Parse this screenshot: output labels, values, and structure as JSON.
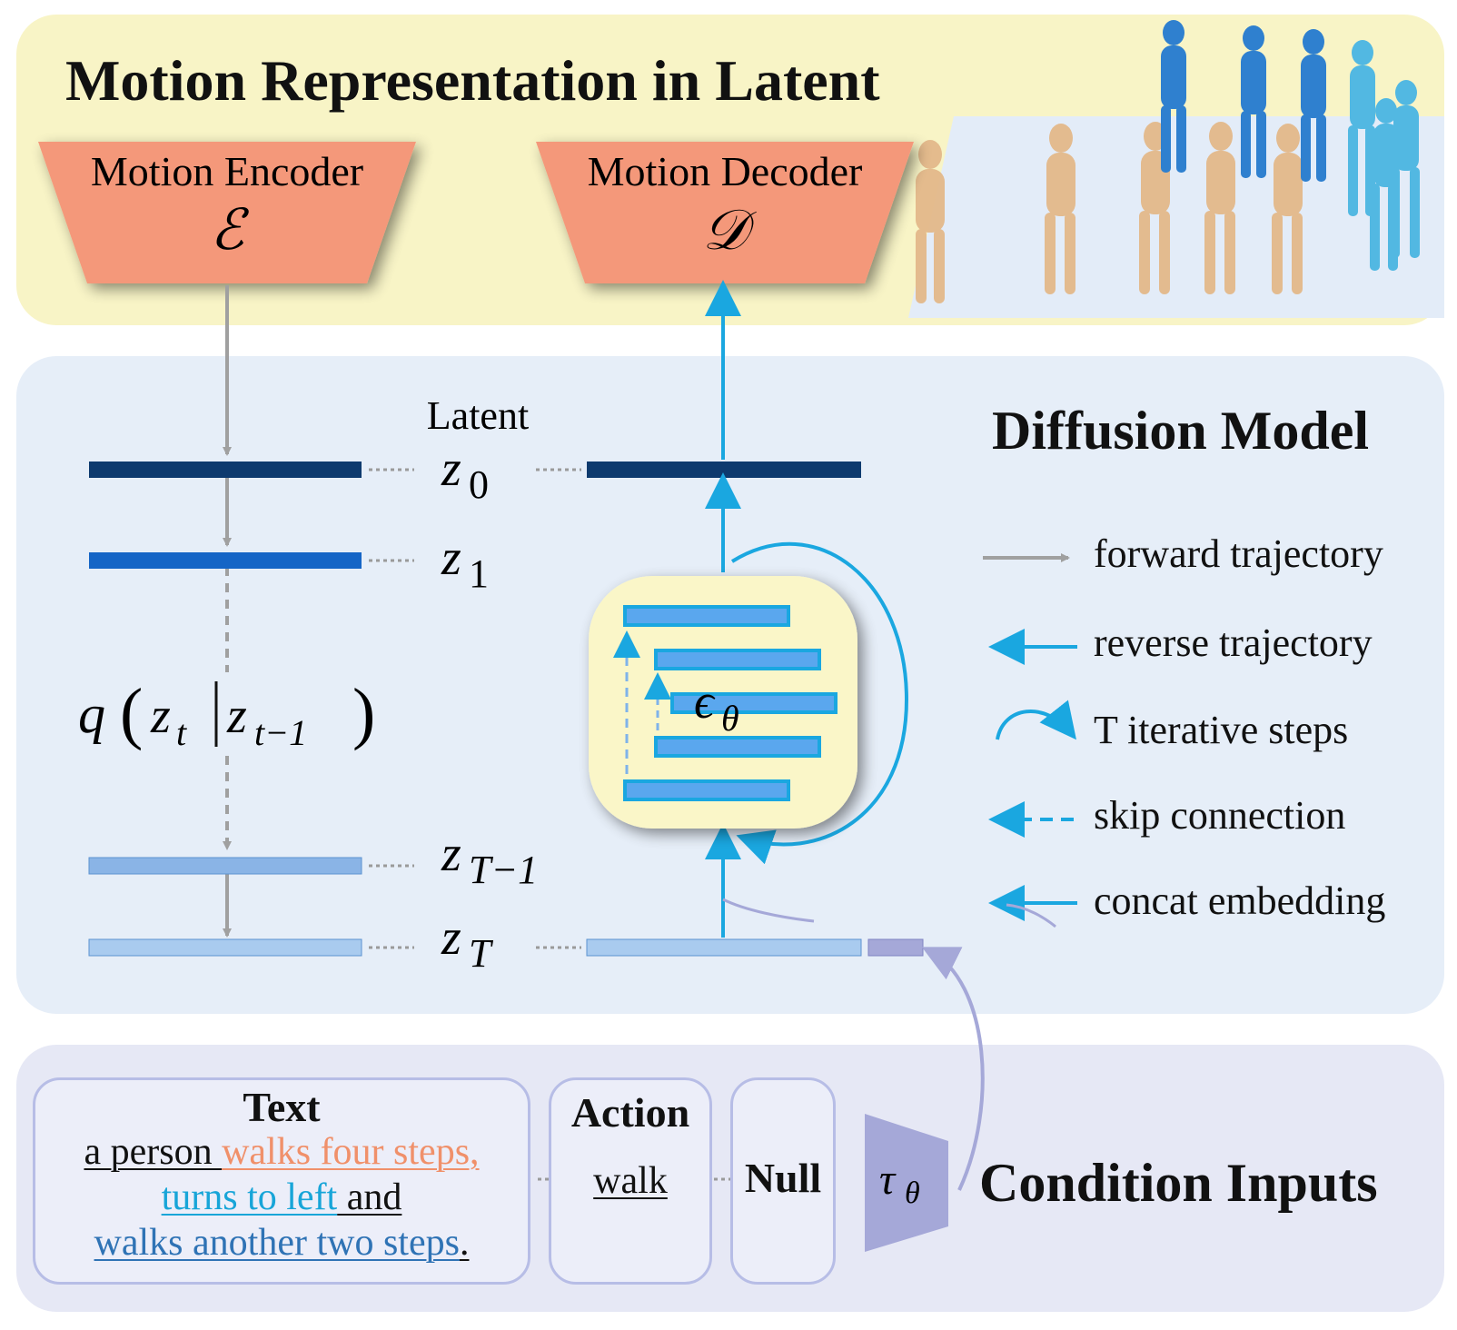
{
  "panels": {
    "top_title": "Motion Representation in Latent",
    "mid_title": "Diffusion Model",
    "bottom_title": "Condition Inputs"
  },
  "encoder": {
    "label": "Motion Encoder",
    "symbol": "ℰ"
  },
  "decoder": {
    "label": "Motion Decoder",
    "symbol": "𝒟"
  },
  "latent": {
    "heading": "Latent",
    "z0": "z",
    "z0_sub": "0",
    "z1": "z",
    "z1_sub": "1",
    "zT1": "z",
    "zT1_sub": "T−1",
    "zT": "z",
    "zT_sub": "T"
  },
  "posterior": {
    "q": "q",
    "z": "z",
    "sub_t": "t",
    "sub_t1": "t−1"
  },
  "network": {
    "eps": "ϵ",
    "eps_sub": "θ"
  },
  "tau": {
    "symbol": "τ",
    "sub": "θ"
  },
  "legend": {
    "forward": "forward trajectory",
    "reverse": "reverse trajectory",
    "iterative": "T iterative steps",
    "skip": "skip connection",
    "concat": "concat embedding"
  },
  "condition": {
    "text_head": "Text",
    "line1_a": "a person ",
    "line1_b": "walks four steps,",
    "line2_a": "turns to left",
    "line2_b": " and",
    "line3_a": "walks another two steps",
    "line3_b": ".",
    "action_head": "Action",
    "action_value": "walk",
    "null_label": "Null"
  },
  "colors": {
    "encoder_fill": "#f4987a",
    "reverse_blue": "#1aa7e0",
    "forward_gray": "#a0a0a0",
    "z0": "#0d3a6e",
    "z1": "#1565c6",
    "zT1": "#8ab4e6",
    "zT": "#a9cbef",
    "concat": "#a5a8d8",
    "orange_text": "#f0906a",
    "cyan_text": "#18a5d8",
    "blue_text": "#2f73b5"
  }
}
